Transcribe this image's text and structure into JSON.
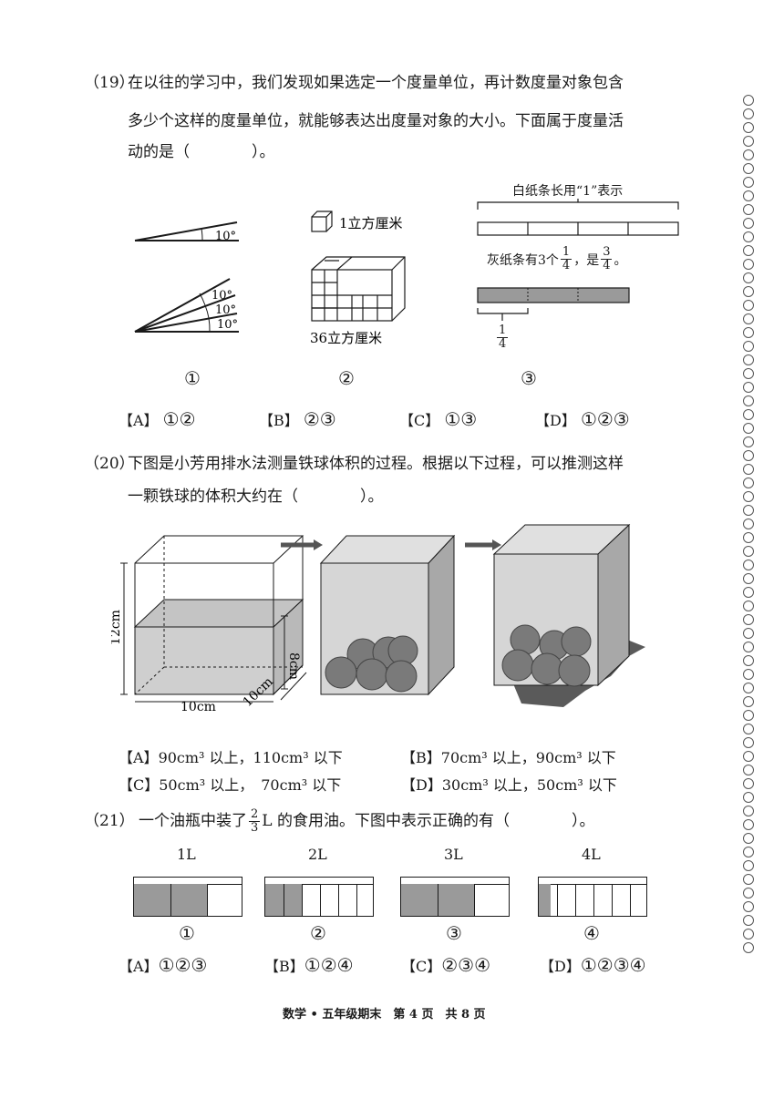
{
  "q19": {
    "number": "（19）",
    "line1": "在以往的学习中，我们发现如果选定一个度量单位，再计数度量对象包含",
    "line2": "多少个这样的度量单位，就能够表达出度量对象的大小。下面属于度量活",
    "line3": "动的是（　　　　）。",
    "fig1": {
      "angle_small": "10°",
      "angles": [
        "10°",
        "10°",
        "10°"
      ],
      "mark": "①"
    },
    "fig2": {
      "unit_label": "1立方厘米",
      "total_label": "36立方厘米",
      "mark": "②"
    },
    "fig3": {
      "white_label": "白纸条长用“1”表示",
      "gray_prefix": "灰纸条有3个",
      "frac_quarter": {
        "num": "1",
        "den": "4"
      },
      "gray_mid": "，是",
      "frac_three_quarters": {
        "num": "3",
        "den": "4"
      },
      "gray_end": "。",
      "brace_frac": {
        "num": "1",
        "den": "4"
      },
      "mark": "③"
    },
    "options": [
      {
        "letter": "【A】",
        "value": "①②"
      },
      {
        "letter": "【B】",
        "value": "②③"
      },
      {
        "letter": "【C】",
        "value": "①③"
      },
      {
        "letter": "【D】",
        "value": "①②③"
      }
    ]
  },
  "q20": {
    "number": "（20）",
    "line1": "下图是小芳用排水法测量铁球体积的过程。根据以下过程，可以推测这样",
    "line2": "一颗铁球的体积大约在（　　　　）。",
    "fig": {
      "height_label": "12cm",
      "water_label": "8cm",
      "width_label": "10cm",
      "depth_label": "10cm"
    },
    "options": [
      {
        "letter": "【A】",
        "value": "90cm³ 以上，110cm³ 以下"
      },
      {
        "letter": "【B】",
        "value": "70cm³ 以上，90cm³ 以下"
      },
      {
        "letter": "【C】",
        "value": "50cm³ 以上，　70cm³ 以下"
      },
      {
        "letter": "【D】",
        "value": "30cm³ 以上，50cm³ 以下"
      }
    ]
  },
  "q21": {
    "number": "（21）",
    "text_before": "一个油瓶中装了",
    "frac": {
      "num": "2",
      "den": "3"
    },
    "text_after": "L 的食用油。下图中表示正确的有（　　　　）。",
    "bars": [
      {
        "label": "1L",
        "mark": "①",
        "segments": 3,
        "filled": 2
      },
      {
        "label": "2L",
        "mark": "②",
        "segments": 6,
        "filled": 2
      },
      {
        "label": "3L",
        "mark": "③",
        "segments": 3,
        "filled": 2
      },
      {
        "label": "4L",
        "mark": "④",
        "segments": 6,
        "filled": 0.67
      }
    ],
    "options": [
      {
        "letter": "【A】",
        "value": "①②③"
      },
      {
        "letter": "【B】",
        "value": "①②④"
      },
      {
        "letter": "【C】",
        "value": "②③④"
      },
      {
        "letter": "【D】",
        "value": "①②③④"
      }
    ]
  },
  "footer": "数学 • 五年级期末　第 4 页　共 8 页",
  "colors": {
    "gray_fill": "#9a9a9a",
    "water_fill": "#cfcfcf",
    "ball_fill": "#7a7a7a",
    "ink": "#1a1a1a"
  }
}
